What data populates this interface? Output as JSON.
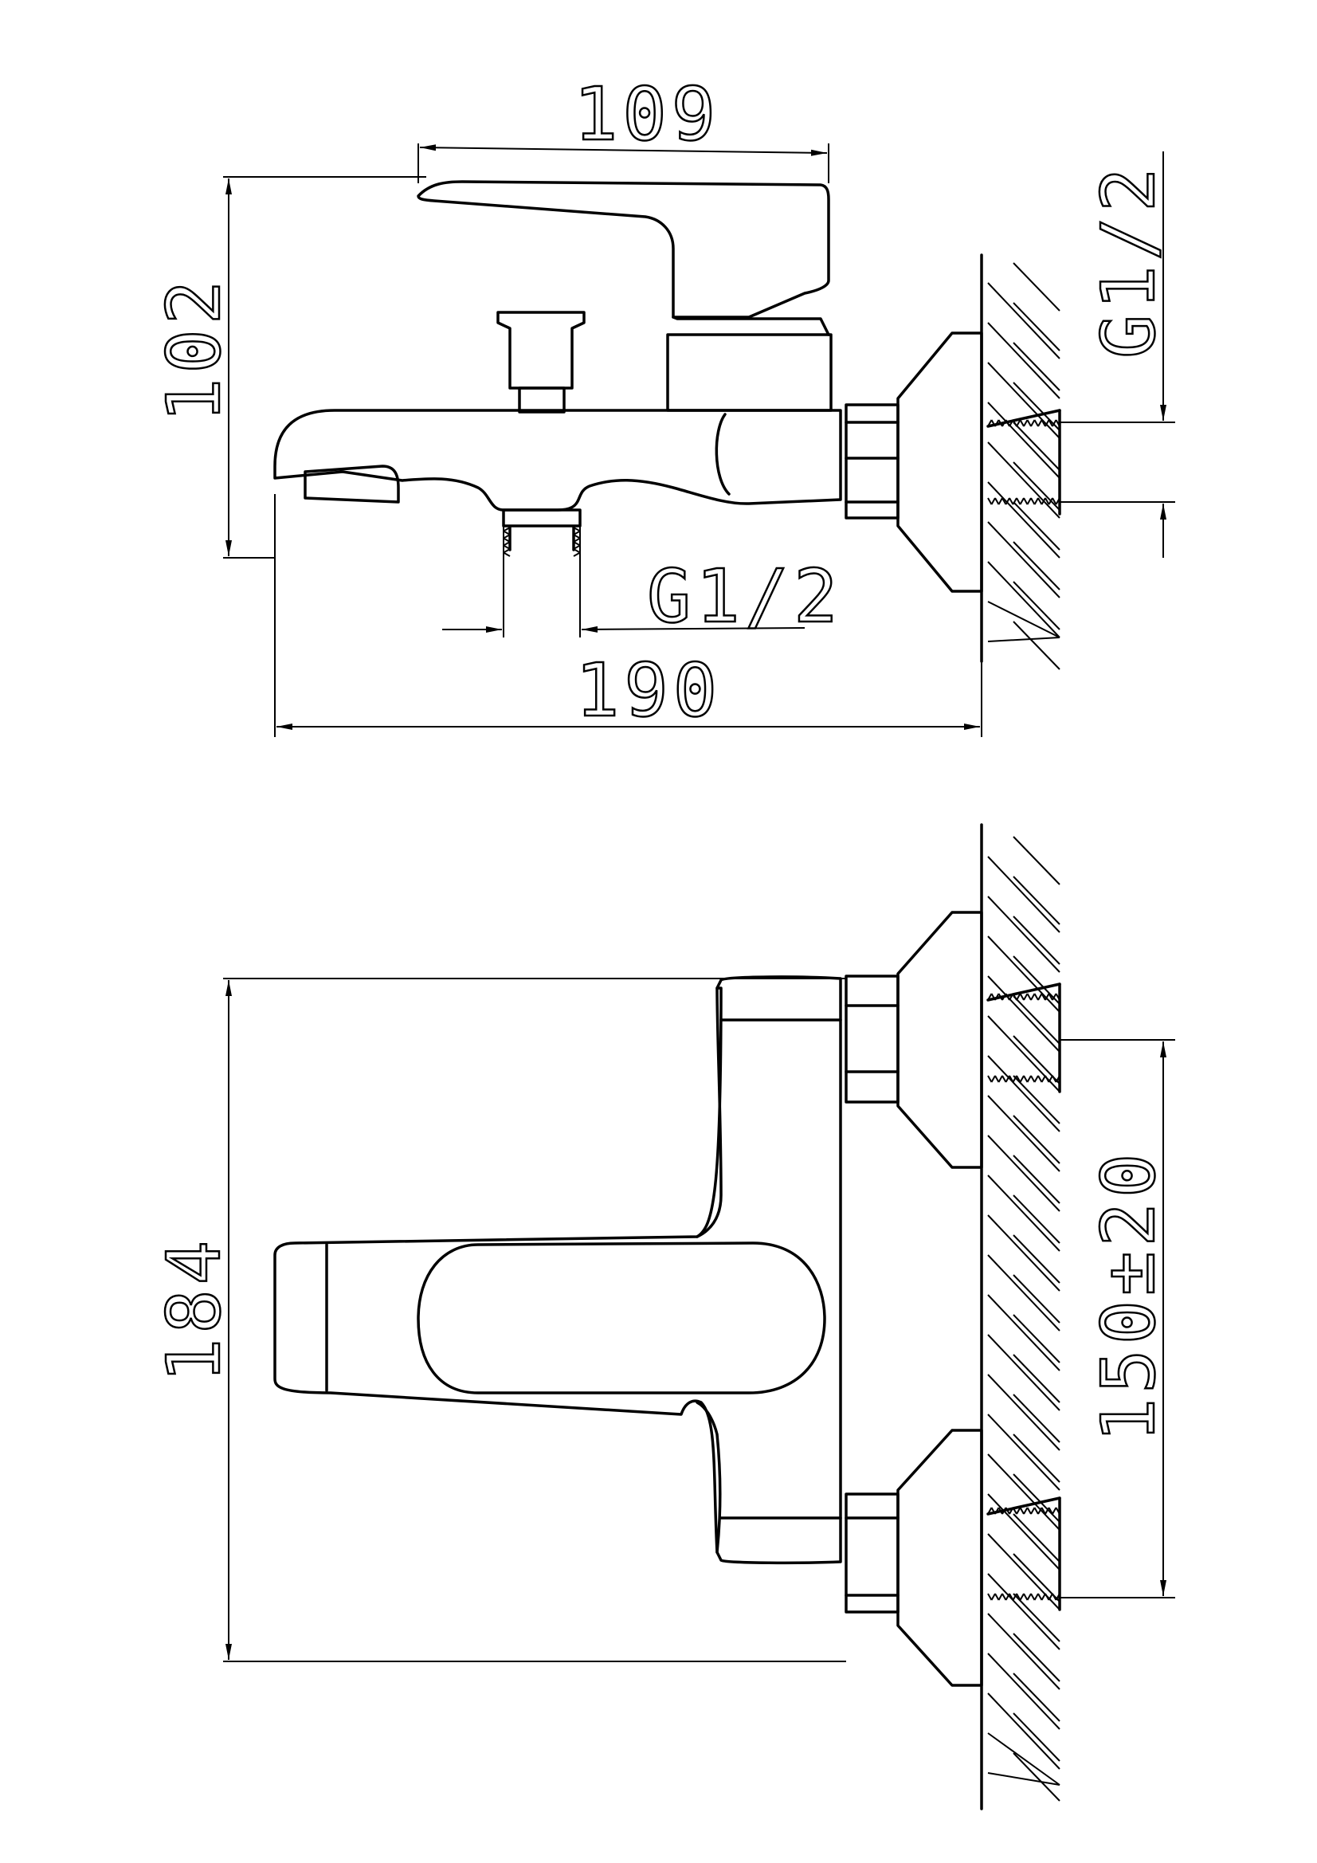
{
  "side_view": {
    "dim_handle_length": "109",
    "dim_height": "102",
    "dim_spout_thread": "G1/2",
    "dim_total_depth": "190",
    "dim_inlet_thread": "G1/2"
  },
  "top_view": {
    "dim_width": "184",
    "dim_inlet_spacing": "150±20"
  },
  "colors": {
    "line": "#000000",
    "background": "#ffffff"
  }
}
